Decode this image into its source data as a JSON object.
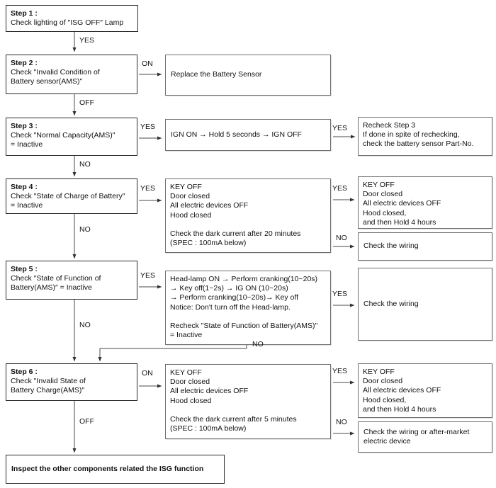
{
  "flowchart": {
    "nodes": {
      "step1": {
        "title": "Step 1 :",
        "body": "Check lighting of ″ISG OFF″ Lamp"
      },
      "step2": {
        "title": "Step 2 :",
        "body": "Check \"Invalid Condition of\nBattery sensor(AMS)\""
      },
      "step3": {
        "title": "Step 3 :",
        "body": "Check \"Normal Capacity(AMS)\"\n= Inactive"
      },
      "step4": {
        "title": "Step 4 :",
        "body": "Check ″State of Charge of Battery″\n= Inactive"
      },
      "step5": {
        "title": "Step 5 :",
        "body": "Check ″State of Function of\nBattery(AMS)″ = Inactive"
      },
      "step6": {
        "title": "Step 6 :",
        "body": "Check \"Invalid State of\nBattery Charge(AMS)\""
      },
      "replace_sensor": "Replace the Battery Sensor",
      "ign_cycle": "IGN ON → Hold 5 seconds → IGN OFF",
      "dark_current_20": "KEY OFF\nDoor closed\nAll electric devices OFF\nHood closed\n\nCheck the dark current after 20 minutes\n(SPEC : 100mA below)",
      "headlamp_cycle": "Head-lamp ON → Perform cranking(10~20s)\n→ Key off(1~2s) → IG ON (10~20s)\n→ Perform cranking(10~20s)→ Key off\nNotice: Don't turn off the Head-lamp.\n\nRecheck \"State of Function of Battery(AMS)\"\n= Inactive",
      "dark_current_5": "KEY OFF\nDoor closed\nAll electric devices OFF\nHood closed\n\nCheck the dark current after 5 minutes\n(SPEC : 100mA below)",
      "recheck_step3": "Recheck Step 3\nIf done in spite of rechecking,\ncheck the battery sensor Part-No.",
      "key_off_hold4_a": "KEY OFF\nDoor closed\nAll electric devices OFF\nHood closed,\nand then Hold 4 hours",
      "check_wiring_step4": "Check the wiring",
      "check_wiring_step5": "Check the wiring",
      "key_off_hold4_b": "KEY OFF\nDoor closed\nAll electric devices OFF\nHood closed,\nand then Hold 4 hours",
      "check_wiring_aftermarket": "Check the wiring or after-market\nelectric device",
      "final": "Inspect the other components related the ISG function"
    },
    "edges": {
      "step1_yes": "YES",
      "step2_on": "ON",
      "step2_off": "OFF",
      "step3_yes": "YES",
      "step3_mid_yes": "YES",
      "step3_no": "NO",
      "step4_yes": "YES",
      "step4_mid_yes": "YES",
      "step4_mid_no": "NO",
      "step4_no": "NO",
      "step5_yes": "YES",
      "step5_mid_yes": "YES",
      "step5_no": "NO",
      "step5_mid_no": "NO",
      "step6_on": "ON",
      "step6_mid_yes": "YES",
      "step6_mid_no": "NO",
      "step6_off": "OFF"
    },
    "colors": {
      "box_border_dark": "#2b2b2b",
      "box_border_light": "#6f6f6f",
      "line": "#4a4a4a",
      "text": "#111111",
      "background": "#ffffff"
    }
  }
}
